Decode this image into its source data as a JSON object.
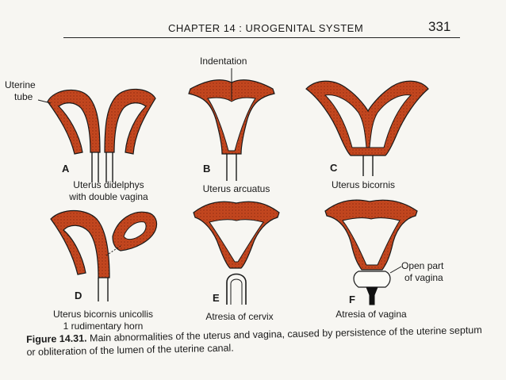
{
  "header": {
    "running_head": "CHAPTER 14 : UROGENITAL SYSTEM",
    "page_number": "331"
  },
  "figure": {
    "panels": [
      {
        "letter": "A",
        "title_lines": [
          "Uterus didelphys",
          "with double vagina"
        ]
      },
      {
        "letter": "B",
        "title_lines": [
          "Uterus arcuatus"
        ]
      },
      {
        "letter": "C",
        "title_lines": [
          "Uterus bicornis"
        ]
      },
      {
        "letter": "D",
        "title_lines": [
          "Uterus bicornis unicollis",
          "1 rudimentary horn"
        ]
      },
      {
        "letter": "E",
        "title_lines": [
          "Atresia of cervix"
        ]
      },
      {
        "letter": "F",
        "title_lines": [
          "Atresia of vagina"
        ]
      }
    ],
    "annotations": {
      "uterine_tube": [
        "Uterine",
        "tube"
      ],
      "indentation": "Indentation",
      "open_part_of_vagina": [
        "Open part",
        "of vagina"
      ]
    },
    "colors": {
      "tissue": "#c4471f",
      "tissue_dark": "#8a2a10",
      "outline": "#1a1a1a"
    }
  },
  "caption": {
    "label": "Figure 14.31.",
    "text": "Main abnormalities of the uterus and vagina, caused by persistence of the uterine septum or obliteration of the lumen of the uterine canal."
  }
}
